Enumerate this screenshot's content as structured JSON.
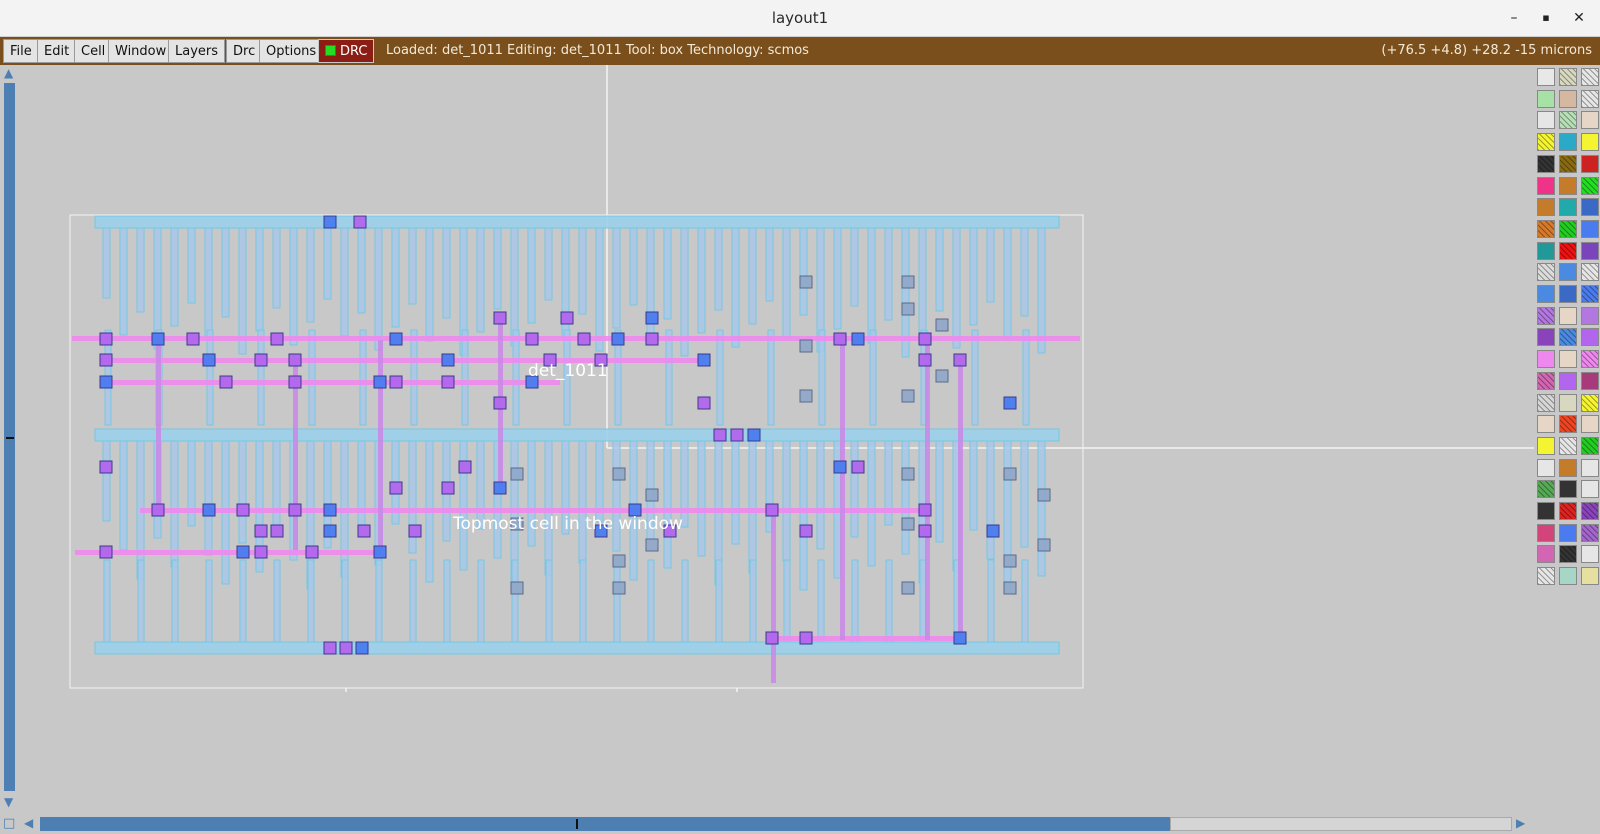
{
  "window": {
    "title": "layout1",
    "minimize_icon": "minimize-icon",
    "maximize_icon": "maximize-icon",
    "close_icon": "close-icon"
  },
  "menu": {
    "items": [
      "File",
      "Edit",
      "Cell",
      "Window",
      "Layers",
      "Drc",
      "Options"
    ],
    "drc_label": "DRC",
    "drc_status_color": "#22dd22"
  },
  "status": {
    "text": "Loaded: det_1011 Editing: det_1011 Tool: box  Technology: scmos",
    "coords": "(+76.5 +4.8) +28.2 -15 microns"
  },
  "canvas": {
    "cell_label": "det_1011",
    "top_label": "Topmost cell in the window"
  },
  "colors": {
    "background": "#c8c8c8",
    "menubar": "#7a4f1c",
    "metal1": "#76c8e0",
    "poly": "#ee88ee",
    "contact": "#b266ee",
    "via": "#4a7cf0",
    "scrollbar": "#4d7fb3"
  },
  "palette": {
    "swatches": [
      "#e8e8e8",
      "#d8d8c0",
      "#e6e6e6",
      "#a6e2a6",
      "#d6b8a0",
      "#e6e6e6",
      "#e6e6e6",
      "#b8e0b8",
      "#e6d6c6",
      "#f4f430",
      "#2aaac6",
      "#f4f430",
      "#333333",
      "#8a6a10",
      "#cc2222",
      "#ee3388",
      "#c47c2a",
      "#22dd22",
      "#c47c2a",
      "#22aaaa",
      "#3a6ac6",
      "#d67a2a",
      "#22cc22",
      "#4a7cf0",
      "#229999",
      "#ee1111",
      "#7a44bb",
      "#dcdcdc",
      "#4a8ae0",
      "#e6e6e6",
      "#4a8ae0",
      "#3a6ac6",
      "#4a7cf0",
      "#b278e0",
      "#e6d6c6",
      "#b278e0",
      "#8a44bb",
      "#4a8ae0",
      "#b266ee",
      "#ee88ee",
      "#e6d6c6",
      "#ee88ee",
      "#d266b2",
      "#b266ee",
      "#a63a7a",
      "#d6d6d6",
      "#d8d8c0",
      "#f4f430",
      "#e6d6c6",
      "#ee4422",
      "#e6d6c6",
      "#f4f430",
      "#e6e6e6",
      "#22cc22",
      "#e6e6e6",
      "#c47c2a",
      "#e6e6e6",
      "#55aa55",
      "#333333",
      "#e6e6e6",
      "#333333",
      "#dd2222",
      "#8a44bb",
      "#d2447a",
      "#4a7cf0",
      "#a266cc",
      "#d266b2",
      "#333333",
      "#e6e6e6",
      "#e6e6e6",
      "#a6d6c6",
      "#e6e0a0"
    ]
  }
}
